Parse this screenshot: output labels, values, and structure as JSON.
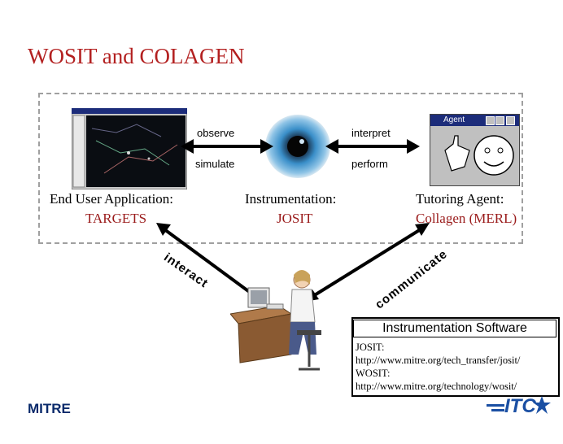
{
  "title": "WOSIT and COLAGEN",
  "labels": {
    "observe": "observe",
    "interpret": "interpret",
    "simulate": "simulate",
    "perform": "perform"
  },
  "columns": {
    "end_user_heading": "End User Application:",
    "end_user_name": "TARGETS",
    "instrumentation_heading": "Instrumentation:",
    "instrumentation_name": "JOSIT",
    "tutoring_heading": "Tutoring Agent:",
    "tutoring_name": "Collagen (MERL)"
  },
  "agent_window": {
    "title": "Agent"
  },
  "arc_words": {
    "interact": "interact",
    "communicate": "communicate"
  },
  "info": {
    "title": "Instrumentation Software",
    "josit_label": "JOSIT:",
    "josit_url": "http://www.mitre.org/tech_transfer/josit/",
    "wosit_label": "WOSIT:",
    "wosit_url": "http://www.mitre.org/technology/wosit/"
  },
  "logos": {
    "mitre": "MITRE",
    "itc": "ITC"
  },
  "colors": {
    "title": "#b32020",
    "accent_red": "#9a1b1b",
    "mitre_blue": "#0a2a6b",
    "itc_blue": "#1a4fa3",
    "eye_iris": "#3a8fc9"
  }
}
